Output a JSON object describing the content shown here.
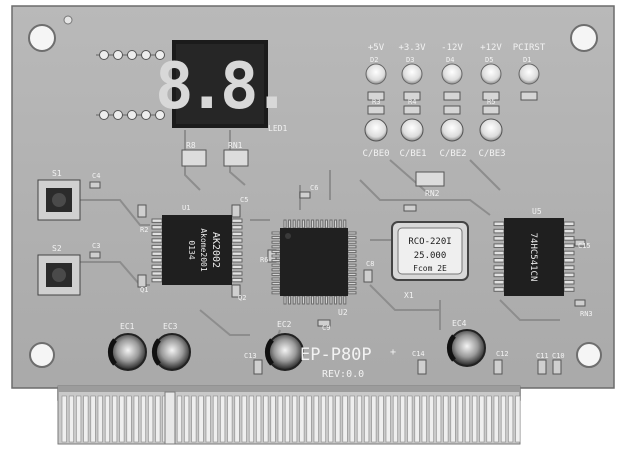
{
  "board": {
    "model": "EP-P80P",
    "model_suffix": "+",
    "revision": "REV:0.0"
  },
  "leds": [
    {
      "voltage": "+5V",
      "ref": "D2"
    },
    {
      "voltage": "+3.3V",
      "ref": "D3"
    },
    {
      "voltage": "-12V",
      "ref": "D4"
    },
    {
      "voltage": "+12V",
      "ref": "D5"
    },
    {
      "voltage": "PCIRST",
      "ref": "D1"
    }
  ],
  "cbe": [
    "C/BE0",
    "C/BE1",
    "C/BE2",
    "C/BE3"
  ],
  "display": {
    "digits": "8.8.",
    "ref": "LED1"
  },
  "switches": [
    "S1",
    "S2"
  ],
  "capacitors": [
    "EC1",
    "EC3",
    "EC2",
    "EC4"
  ],
  "smd_labels": [
    "C4",
    "C3",
    "C5",
    "C6",
    "C8",
    "C9",
    "C10",
    "C11",
    "C12",
    "C13",
    "C14",
    "C15",
    "R2",
    "R3",
    "R4",
    "R5",
    "R6",
    "R8",
    "RN1",
    "RN2",
    "RN3",
    "U1",
    "U2",
    "U5",
    "X1",
    "Q1",
    "Q2"
  ],
  "chip_u1": {
    "line1": "AK2002",
    "line2": "Akome2001",
    "line3": "0134"
  },
  "chip_u5": {
    "line1": "74HC541CN"
  },
  "oscillator": {
    "line1": "RCO-220I",
    "line2": "25.000",
    "line3": "Fcom 2E"
  }
}
